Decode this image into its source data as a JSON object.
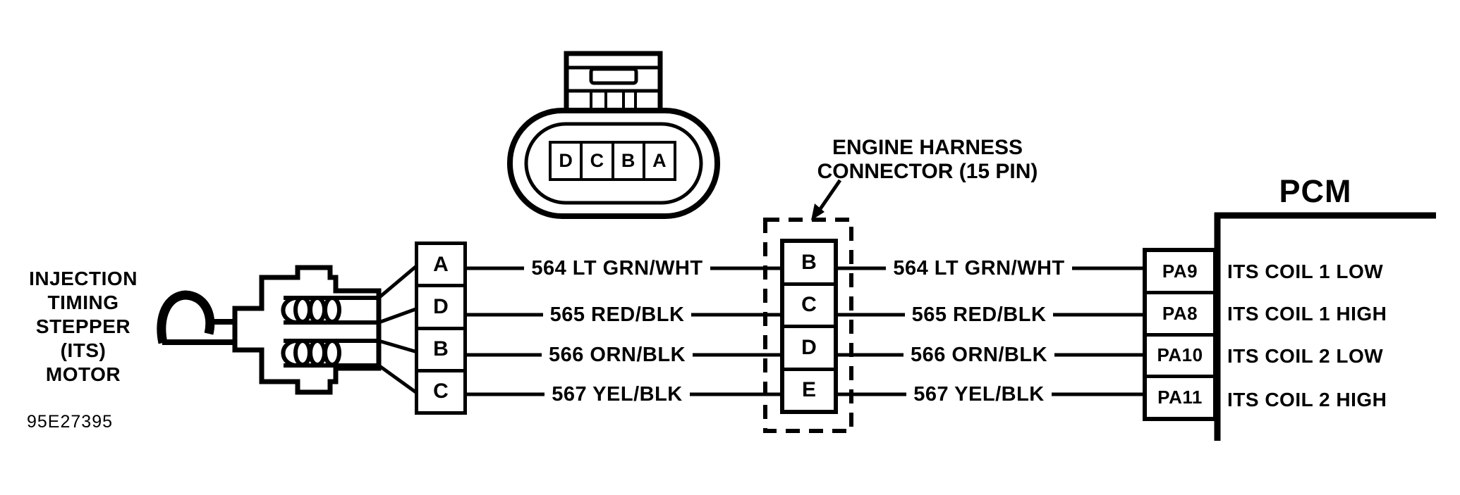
{
  "colors": {
    "ink": "#000000",
    "paper": "#ffffff"
  },
  "doc_number": "95E27395",
  "its_motor": {
    "label_lines": [
      "INJECTION",
      "TIMING",
      "STEPPER",
      "(ITS)",
      "MOTOR"
    ],
    "pins": [
      "A",
      "D",
      "B",
      "C"
    ]
  },
  "connector_face": {
    "pins": [
      "D",
      "C",
      "B",
      "A"
    ]
  },
  "engine_harness": {
    "label_line1": "ENGINE HARNESS",
    "label_line2": "CONNECTOR (15 PIN)",
    "pins": [
      "B",
      "C",
      "D",
      "E"
    ]
  },
  "wires": [
    {
      "label": "564 LT GRN/WHT"
    },
    {
      "label": "565 RED/BLK"
    },
    {
      "label": "566 ORN/BLK"
    },
    {
      "label": "567 YEL/BLK"
    }
  ],
  "pcm": {
    "title": "PCM",
    "pins": [
      {
        "id": "PA9",
        "function": "ITS COIL 1 LOW"
      },
      {
        "id": "PA8",
        "function": "ITS COIL 1 HIGH"
      },
      {
        "id": "PA10",
        "function": "ITS COIL 2 LOW"
      },
      {
        "id": "PA11",
        "function": "ITS COIL 2 HIGH"
      }
    ]
  }
}
